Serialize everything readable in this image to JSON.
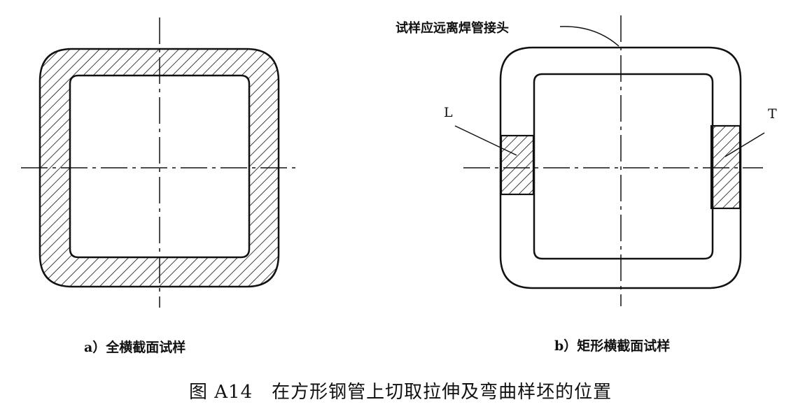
{
  "figure": {
    "title": "图 A14　在方形钢管上切取拉伸及弯曲样坯的位置"
  },
  "panel_a": {
    "caption": "a）全横截面试样"
  },
  "panel_b": {
    "caption": "b）矩形横截面试样",
    "weld_note": "试样应远离焊管接头",
    "specimen_left_label": "L",
    "specimen_right_label": "T"
  },
  "colors": {
    "line": "#111111",
    "background": "#ffffff"
  }
}
